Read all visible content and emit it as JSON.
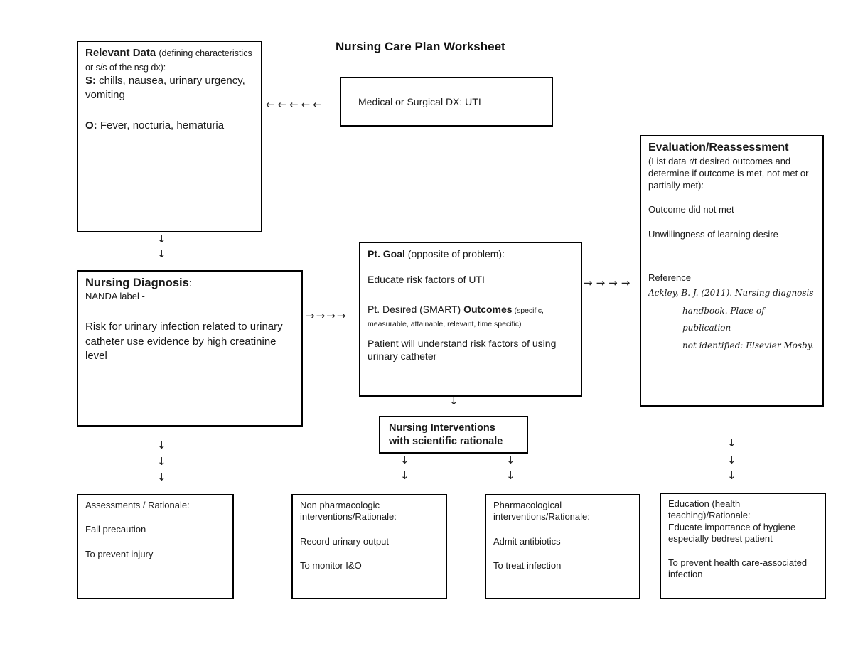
{
  "page": {
    "title": "Nursing Care Plan Worksheet"
  },
  "colors": {
    "border": "#000000",
    "text": "#1a1a1a",
    "connector_dash": "#555555",
    "background": "#ffffff"
  },
  "boxes": {
    "relevant_data": {
      "heading": "Relevant Data",
      "heading_note": "(defining characteristics or s/s of the nsg dx):",
      "s_label": "S:",
      "s_text": " chills, nausea, urinary urgency, vomiting",
      "o_label": "O:",
      "o_text": " Fever, nocturia, hematuria"
    },
    "medical_dx": {
      "text": "Medical or Surgical DX: UTI"
    },
    "evaluation": {
      "heading": "Evaluation/Reassessment",
      "note": "(List data r/t desired outcomes and determine if outcome is met, not met or partially met):",
      "finding1": "Outcome did not met",
      "finding2": "Unwillingness of learning desire",
      "reference_label": "Reference",
      "reference_line1": "Ackley, B. J. (2011). Nursing diagnosis",
      "reference_line2": "handbook. Place of publication",
      "reference_line3": "not identified: Elsevier Mosby."
    },
    "nursing_diagnosis": {
      "heading": "Nursing Diagnosis",
      "heading_suffix": ":",
      "subheading": "NANDA label -",
      "body": "Risk for urinary infection related to urinary catheter use evidence by high creatinine level"
    },
    "pt_goal": {
      "heading": "Pt. Goal",
      "heading_note": " (opposite of problem):",
      "goal": "Educate risk factors of UTI",
      "outcomes_prefix": "Pt. Desired (SMART) ",
      "outcomes_label": "Outcomes",
      "outcomes_note": " (specific, measurable, attainable, relevant, time specific)",
      "outcome_text": "Patient will understand risk factors of using urinary catheter"
    },
    "interventions": {
      "line1": "Nursing Interventions",
      "line2": "with scientific rationale"
    },
    "assessments": {
      "heading": "Assessments / Rationale:",
      "item": "Fall precaution",
      "rationale": "To prevent injury"
    },
    "non_pharm": {
      "heading": "Non pharmacologic interventions/Rationale:",
      "item": "Record urinary output",
      "rationale": "To monitor I&O"
    },
    "pharm": {
      "heading": "Pharmacological interventions/Rationale:",
      "item": "Admit antibiotics",
      "rationale": "To treat infection"
    },
    "education": {
      "heading": "Education (health teaching)/Rationale:",
      "item": "Educate importance of hygiene especially bedrest patient",
      "rationale": "To prevent health care-associated infection"
    }
  },
  "connectors": {
    "left_row": "←←←←←",
    "right_row1": "→→→→",
    "right_row2": "→→→→",
    "down_arrow": "↓"
  }
}
